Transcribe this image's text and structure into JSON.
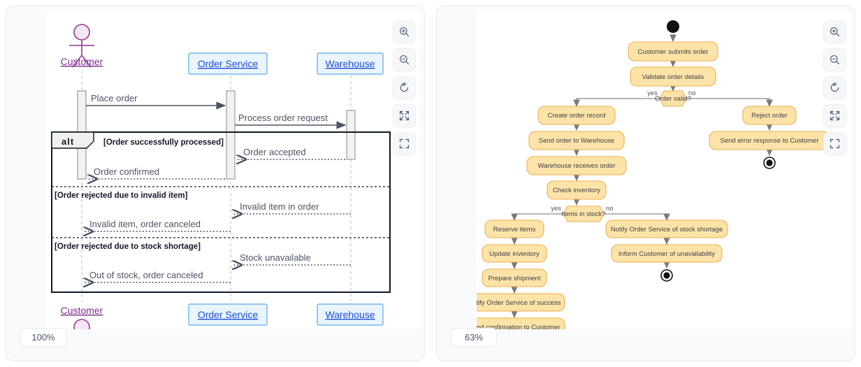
{
  "panels": [
    {
      "id": "sequence-diagram-panel",
      "zoom_level": "100%",
      "toolbar": [
        {
          "name": "zoom-in-icon",
          "label": "Zoom in"
        },
        {
          "name": "zoom-out-icon",
          "label": "Zoom out"
        },
        {
          "name": "reset-icon",
          "label": "Reset view"
        },
        {
          "name": "fit-screen-icon",
          "label": "Fit to screen"
        },
        {
          "name": "fullscreen-icon",
          "label": "Fullscreen"
        }
      ],
      "diagram": {
        "type": "uml-sequence",
        "participants": [
          {
            "id": "customer",
            "name": "Customer",
            "kind": "actor"
          },
          {
            "id": "order-service",
            "name": "Order Service",
            "kind": "object"
          },
          {
            "id": "warehouse",
            "name": "Warehouse",
            "kind": "object"
          }
        ],
        "messages": [
          {
            "from": "customer",
            "to": "order-service",
            "text": "Place order",
            "style": "solid"
          },
          {
            "from": "order-service",
            "to": "warehouse",
            "text": "Process order request",
            "style": "solid"
          },
          {
            "from": "warehouse",
            "to": "order-service",
            "text": "Order accepted",
            "style": "dashed"
          },
          {
            "from": "order-service",
            "to": "customer",
            "text": "Order confirmed",
            "style": "dashed"
          },
          {
            "from": "warehouse",
            "to": "order-service",
            "text": "Invalid item in order",
            "style": "dashed"
          },
          {
            "from": "order-service",
            "to": "customer",
            "text": "Invalid item, order canceled",
            "style": "dashed"
          },
          {
            "from": "warehouse",
            "to": "order-service",
            "text": "Stock unavailable",
            "style": "dashed"
          },
          {
            "from": "order-service",
            "to": "customer",
            "text": "Out of stock, order canceled",
            "style": "dashed"
          }
        ],
        "fragment": {
          "keyword": "alt",
          "guards": [
            "[Order successfully processed]",
            "[Order rejected due to invalid item]",
            "[Order rejected due to stock shortage]"
          ]
        }
      }
    },
    {
      "id": "activity-diagram-panel",
      "zoom_level": "63%",
      "toolbar": [
        {
          "name": "zoom-in-icon",
          "label": "Zoom in"
        },
        {
          "name": "zoom-out-icon",
          "label": "Zoom out"
        },
        {
          "name": "reset-icon",
          "label": "Reset view"
        },
        {
          "name": "fit-screen-icon",
          "label": "Fit to screen"
        },
        {
          "name": "fullscreen-icon",
          "label": "Fullscreen"
        }
      ],
      "diagram": {
        "type": "uml-activity",
        "nodes": [
          {
            "id": "start",
            "kind": "initial"
          },
          {
            "id": "n1",
            "kind": "action",
            "text": "Customer submits order"
          },
          {
            "id": "n2",
            "kind": "action",
            "text": "Validate order details"
          },
          {
            "id": "d1",
            "kind": "decision",
            "text": "Order valid?",
            "yes": "yes",
            "no": "no"
          },
          {
            "id": "n3",
            "kind": "action",
            "text": "Create order record"
          },
          {
            "id": "n4",
            "kind": "action",
            "text": "Send order to Warehouse"
          },
          {
            "id": "n5",
            "kind": "action",
            "text": "Warehouse receives order"
          },
          {
            "id": "n6",
            "kind": "action",
            "text": "Check inventory"
          },
          {
            "id": "d2",
            "kind": "decision",
            "text": "Items in stock?",
            "yes": "yes",
            "no": "no"
          },
          {
            "id": "n7",
            "kind": "action",
            "text": "Reserve items"
          },
          {
            "id": "n8",
            "kind": "action",
            "text": "Update inventory"
          },
          {
            "id": "n9",
            "kind": "action",
            "text": "Prepare shipment"
          },
          {
            "id": "n10",
            "kind": "action",
            "text": "Notify Order Service of success"
          },
          {
            "id": "n11",
            "kind": "action",
            "text": "Send confirmation to Customer"
          },
          {
            "id": "e1",
            "kind": "final"
          },
          {
            "id": "n12",
            "kind": "action",
            "text": "Notify Order Service of stock shortage"
          },
          {
            "id": "n13",
            "kind": "action",
            "text": "Inform Customer of unavailability"
          },
          {
            "id": "e2",
            "kind": "final"
          },
          {
            "id": "n14",
            "kind": "action",
            "text": "Reject order"
          },
          {
            "id": "n15",
            "kind": "action",
            "text": "Send error response to Customer"
          },
          {
            "id": "e3",
            "kind": "final"
          }
        ]
      }
    }
  ],
  "colors": {
    "panel_bg": "#f8fafc",
    "canvas_bg": "#ffffff",
    "actor": "#9b4f9e",
    "lifeline_box_fill": "#eaf4fd",
    "lifeline_box_stroke": "#5aa9e6",
    "lifeline_text": "#1d4ed8",
    "activity_fill": "#fde3a8",
    "activity_stroke": "#f0ad4e",
    "arrow": "#6b7280",
    "badge_text": "#475569"
  }
}
